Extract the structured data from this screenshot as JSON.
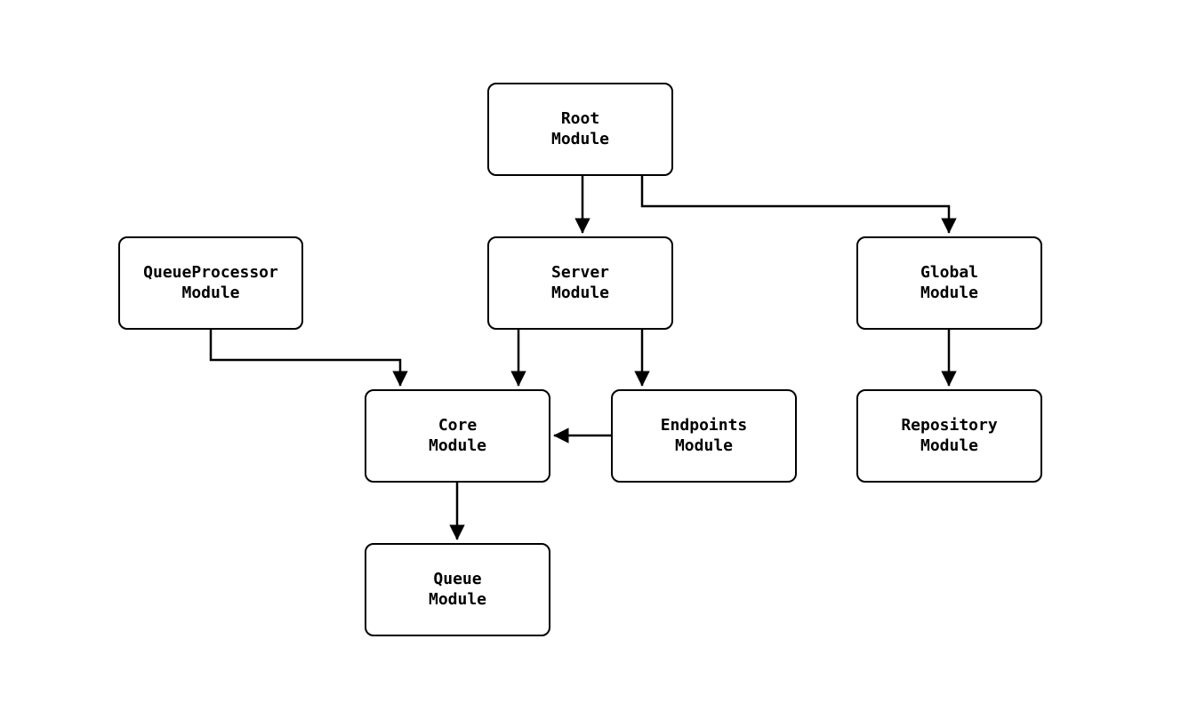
{
  "diagram": {
    "type": "flowchart",
    "colors": {
      "background": "#ffffff",
      "node_border": "#000000",
      "node_fill": "#ffffff",
      "edge": "#000000",
      "text": "#000000"
    },
    "nodes": {
      "root": {
        "label": "Root\nModule"
      },
      "queueprocessor": {
        "label": "QueueProcessor\nModule"
      },
      "server": {
        "label": "Server\nModule"
      },
      "global": {
        "label": "Global\nModule"
      },
      "core": {
        "label": "Core\nModule"
      },
      "endpoints": {
        "label": "Endpoints\nModule"
      },
      "repository": {
        "label": "Repository\nModule"
      },
      "queue": {
        "label": "Queue\nModule"
      }
    },
    "edges": [
      {
        "from": "Root Module",
        "to": "Server Module"
      },
      {
        "from": "Root Module",
        "to": "Global Module"
      },
      {
        "from": "QueueProcessor Module",
        "to": "Core Module"
      },
      {
        "from": "Server Module",
        "to": "Core Module"
      },
      {
        "from": "Server Module",
        "to": "Endpoints Module"
      },
      {
        "from": "Endpoints Module",
        "to": "Core Module"
      },
      {
        "from": "Global Module",
        "to": "Repository Module"
      },
      {
        "from": "Core Module",
        "to": "Queue Module"
      }
    ]
  }
}
